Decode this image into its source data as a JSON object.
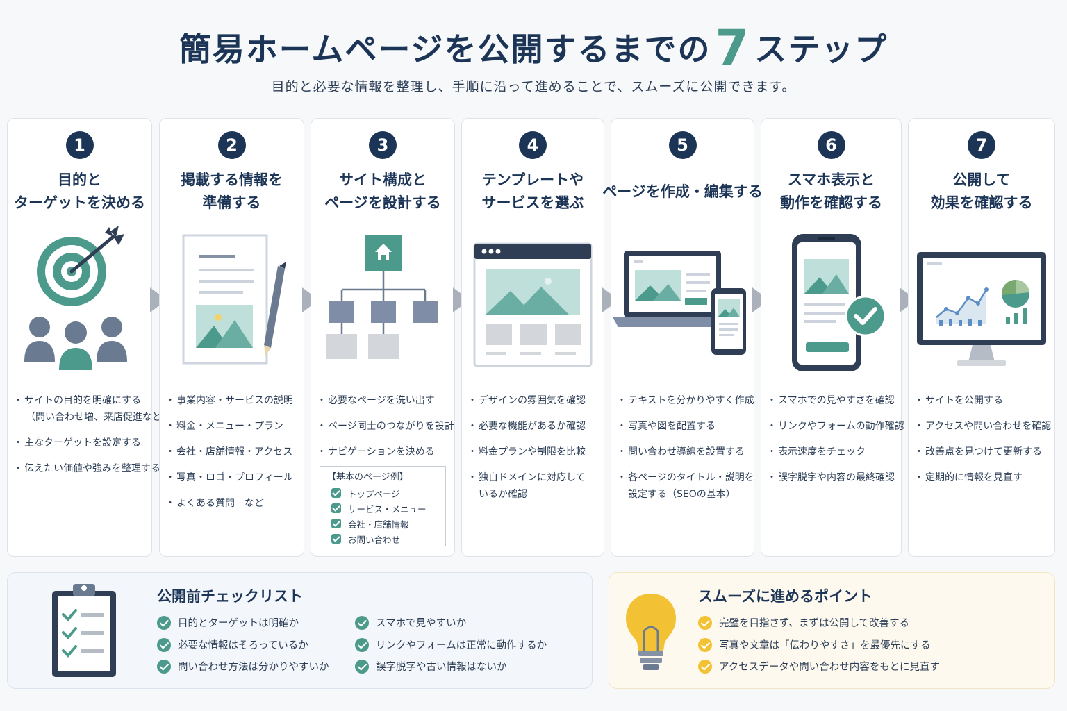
{
  "title": {
    "before": "簡易ホームページを公開するまでの",
    "number": "7",
    "after": "ステップ"
  },
  "subtitle": "目的と必要な情報を整理し、手順に沿って進めることで、スムーズに公開できます。",
  "steps": [
    {
      "num": "1",
      "heading": [
        "目的と",
        "ターゲットを決める"
      ],
      "bullets": [
        "サイトの目的を明確にする",
        "（問い合わせ増、来店促進など）",
        "主なターゲットを設定する",
        "伝えたい価値や強みを整理する"
      ]
    },
    {
      "num": "2",
      "heading": [
        "掲載する情報を",
        "準備する"
      ],
      "bullets": [
        "事業内容・サービスの説明",
        "料金・メニュー・プラン",
        "会社・店舗情報・アクセス",
        "写真・ロゴ・プロフィール",
        "よくある質問　など"
      ]
    },
    {
      "num": "3",
      "heading": [
        "サイト構成と",
        "ページを設計する"
      ],
      "bullets": [
        "必要なページを洗い出す",
        "ページ同士のつながりを設計",
        "ナビゲーションを決める"
      ],
      "pages_title": "【基本のページ例】",
      "pages": [
        "トップページ",
        "サービス・メニュー",
        "会社・店舗情報",
        "お問い合わせ"
      ]
    },
    {
      "num": "4",
      "heading": [
        "テンプレートや",
        "サービスを選ぶ"
      ],
      "bullets": [
        "デザインの雰囲気を確認",
        "必要な機能があるか確認",
        "料金プランや制限を比較",
        "独自ドメインに対応して",
        "いるか確認"
      ]
    },
    {
      "num": "5",
      "heading": [
        "ページを作成・編集する"
      ],
      "bullets": [
        "テキストを分かりやすく作成",
        "写真や図を配置する",
        "問い合わせ導線を設置する",
        "各ページのタイトル・説明を",
        "設定する（SEOの基本）"
      ]
    },
    {
      "num": "6",
      "heading": [
        "スマホ表示と",
        "動作を確認する"
      ],
      "bullets": [
        "スマホでの見やすさを確認",
        "リンクやフォームの動作確認",
        "表示速度をチェック",
        "誤字脱字や内容の最終確認"
      ]
    },
    {
      "num": "7",
      "heading": [
        "公開して",
        "効果を確認する"
      ],
      "bullets": [
        "サイトを公開する",
        "アクセスや問い合わせを確認",
        "改善点を見つけて更新する",
        "定期的に情報を見直す"
      ]
    }
  ],
  "checklist": {
    "title": "公開前チェックリスト",
    "items": [
      "目的とターゲットは明確か",
      "必要な情報はそろっているか",
      "問い合わせ方法は分かりやすいか",
      "スマホで見やすいか",
      "リンクやフォームは正常に動作するか",
      "誤字脱字や古い情報はないか"
    ]
  },
  "tips": {
    "title": "スムーズに進めるポイント",
    "items": [
      "完璧を目指さず、まずは公開して改善する",
      "写真や文章は「伝わりやすさ」を最優先にする",
      "アクセスデータや問い合わせ内容をもとに見直す"
    ]
  },
  "colors": {
    "navy": "#1c3557",
    "teal": "#4c9a8c",
    "gray": "#aab1bb",
    "yellow": "#f2c234"
  }
}
